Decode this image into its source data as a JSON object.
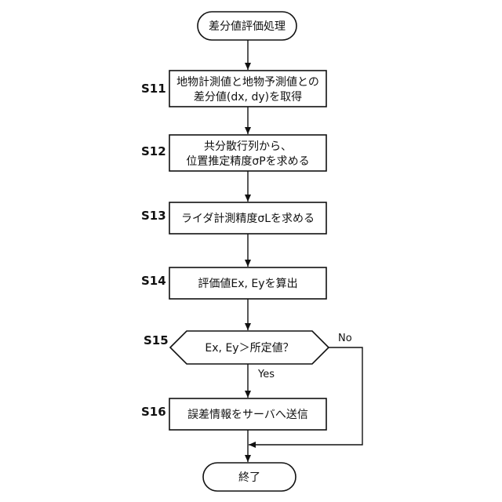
{
  "start": "差分値評価処理",
  "steps": [
    {
      "id": "S11",
      "lines": [
        "地物計測値と地物予測値との",
        "差分値(dx, dy)を取得"
      ]
    },
    {
      "id": "S12",
      "lines": [
        "共分散行列から、",
        "位置推定精度σPを求める"
      ]
    },
    {
      "id": "S13",
      "lines": [
        "ライダ計測精度σLを求める"
      ]
    },
    {
      "id": "S14",
      "lines": [
        "評価値Ex, Eyを算出"
      ]
    }
  ],
  "decision": {
    "id": "S15",
    "text": "Ex, Ey＞所定値？",
    "yes": "Yes",
    "no": "No"
  },
  "final_step": {
    "id": "S16",
    "text": "誤差情報をサーバへ送信"
  },
  "end": "終了"
}
